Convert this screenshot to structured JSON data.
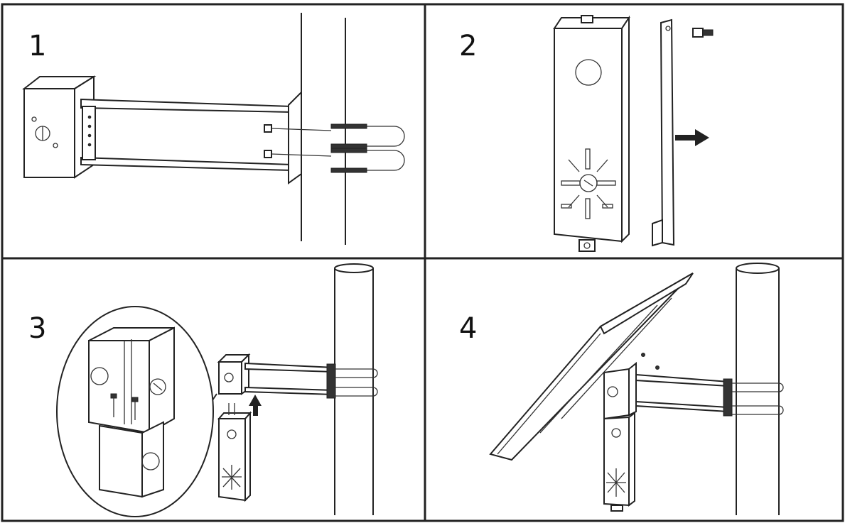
{
  "panels": [
    {
      "step_label": "1"
    },
    {
      "step_label": "2"
    },
    {
      "step_label": "3"
    },
    {
      "step_label": "4"
    }
  ]
}
